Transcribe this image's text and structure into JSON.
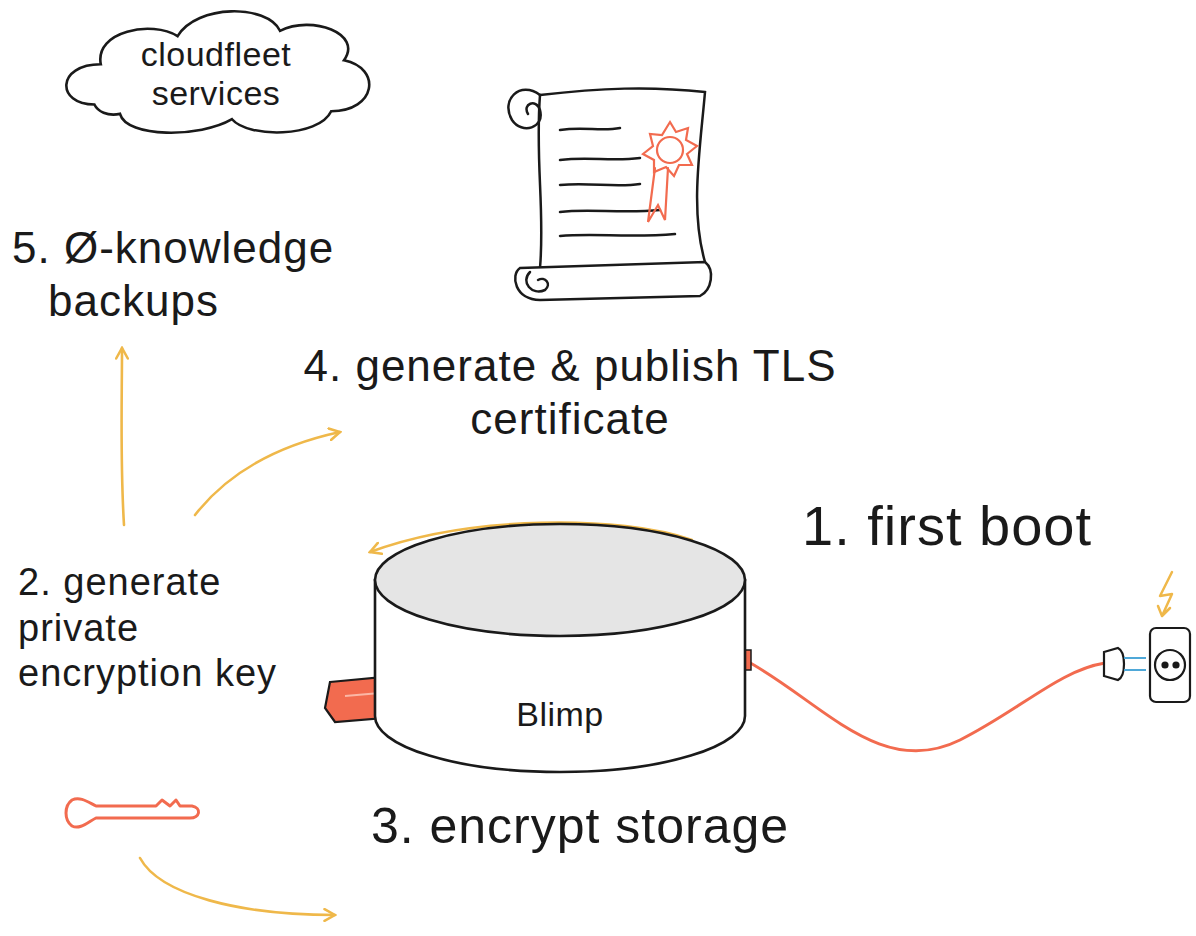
{
  "diagram": {
    "nodes": [
      {
        "text": [
          "cloudfleet services"
        ]
      },
      {
        "text": [
          "Blimp"
        ]
      }
    ],
    "labels": [
      "5. Ø-knowledge backups",
      "4. generate & publish TLS certificate",
      "1. first boot",
      "2. generate private encryption key",
      "3. encrypt storage"
    ]
  }
}
